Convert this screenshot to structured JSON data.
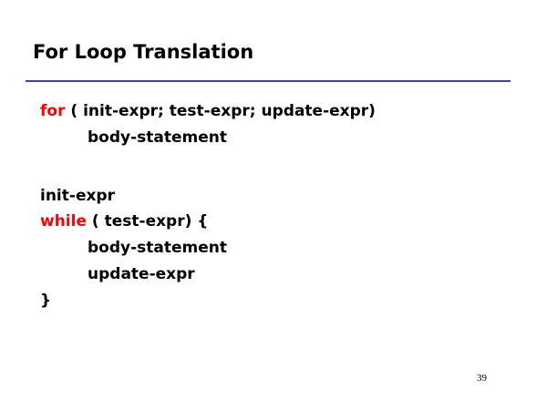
{
  "slide": {
    "title": "For Loop Translation",
    "for_block": {
      "line1_keyword": "for",
      "line1_rest": " ( init-expr; test-expr; update-expr)",
      "line2": "body-statement"
    },
    "while_block": {
      "line1": "init-expr",
      "line2_keyword": "while",
      "line2_rest": " ( test-expr) {",
      "line3": "body-statement",
      "line4": "update-expr",
      "line5": "}"
    },
    "page_number": "39"
  },
  "colors": {
    "keyword": "#ff0000",
    "rule": "#3b3fb0",
    "text": "#000000",
    "background": "#ffffff"
  }
}
